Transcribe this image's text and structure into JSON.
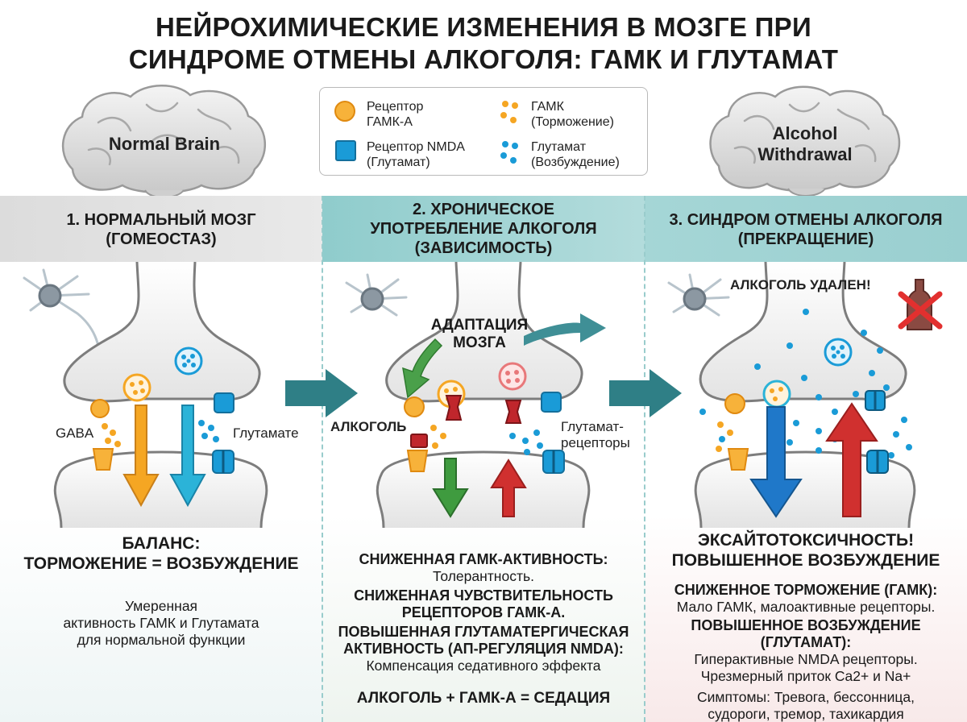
{
  "title": {
    "line1": "НЕЙРОХИМИЧЕСКИЕ ИЗМЕНЕНИЯ В МОЗГЕ ПРИ",
    "line2": "СИНДРОМЕ ОТМЕНЫ АЛКОГОЛЯ: ГАМК И ГЛУТАМАТ"
  },
  "brains": {
    "left": {
      "line1": "Normal Brain"
    },
    "right": {
      "line1": "Alcohol",
      "line2": "Withdrawal"
    }
  },
  "legend": {
    "gaba_receptor": {
      "line1": "Рецептор",
      "line2": "ГАМК-А"
    },
    "nmda_receptor": {
      "line1": "Рецептор NMDA",
      "line2": "(Глутамат)"
    },
    "gaba": {
      "line1": "ГАМК",
      "line2": "(Торможение)"
    },
    "glutamate": {
      "line1": "Глутамат",
      "line2": "(Возбуждение)"
    }
  },
  "colors": {
    "gaba": "#f5a623",
    "glutamate": "#1a9bd7",
    "alcohol": "#c0262c",
    "arrow_teal": "#2f7f86",
    "down_green": "#3f9b3f",
    "up_red": "#d0302f",
    "down_blue": "#1f78c9"
  },
  "panels": [
    {
      "header": {
        "line1": "1. НОРМАЛЬНЫЙ МОЗГ",
        "line2": "(ГОМЕОСТАЗ)"
      },
      "labels": {
        "gaba": "GABA",
        "glutamate": "Глутамате"
      },
      "status": {
        "line1": "БАЛАНС:",
        "line2": "ТОРМОЖЕНИЕ = ВОЗБУЖДЕНИЕ"
      },
      "desc": {
        "line1": "Умеренная",
        "line2": "активность ГАМК и Глутамата",
        "line3": "для нормальной функции"
      }
    },
    {
      "header": {
        "line1": "2. ХРОНИЧЕСКОЕ",
        "line2": "УПОТРЕБЛЕНИЕ АЛКОГОЛЯ",
        "line3": "(ЗАВИСИМОСТЬ)"
      },
      "labels": {
        "adaptation_line1": "АДАПТАЦИЯ",
        "adaptation_line2": "МОЗГА",
        "alcohol": "АЛКОГОЛЬ",
        "receptors_line1": "Глутамат-",
        "receptors_line2": "рецепторы"
      },
      "b1": {
        "title": "СНИЖЕННАЯ ГАМК-АКТИВНОСТЬ:",
        "text": "Толерантность."
      },
      "b2": {
        "line1": "СНИЖЕННАЯ ЧУВСТВИТЕЛЬНОСТЬ",
        "line2": "РЕЦЕПТОРОВ ГАМК-А."
      },
      "b3": {
        "line1": "ПОВЫШЕННАЯ ГЛУТАМАТЕРГИЧЕСКАЯ",
        "line2": "АКТИВНОСТЬ (АП-РЕГУЛЯЦИЯ NMDA):",
        "text": "Компенсация седативного эффекта"
      },
      "formula": "АЛКОГОЛЬ + ГАМК-А = СЕДАЦИЯ"
    },
    {
      "header": {
        "line1": "3. СИНДРОМ ОТМЕНЫ АЛКОГОЛЯ",
        "line2": "(ПРЕКРАЩЕНИЕ)"
      },
      "labels": {
        "removed": "АЛКОГОЛЬ УДАЛЕН!"
      },
      "status": {
        "line1": "ЭКСАЙТОТОКСИЧНОСТЬ!",
        "line2": "ПОВЫШЕННОЕ ВОЗБУЖДЕНИЕ"
      },
      "b1": {
        "title": "СНИЖЕННОЕ ТОРМОЖЕНИЕ (ГАМК):",
        "text": "Мало ГАМК, малоактивные рецепторы."
      },
      "b2": {
        "title": "ПОВЫШЕННОЕ ВОЗБУЖДЕНИЕ (ГЛУТАМАТ):",
        "text1": "Гиперактивные NMDA рецепторы.",
        "text2": "Чрезмерный приток Ca2+ и Na+"
      },
      "b3": {
        "line1": "Симптомы: Тревога, бессонница,",
        "line2": "судороги, тремор, тахикардия"
      }
    }
  ],
  "icons": {
    "brain": "brain-icon",
    "neuron": "neuron-icon",
    "bottle": "bottle-icon",
    "cross": "cross-icon",
    "arrow": "arrow-right-icon"
  }
}
